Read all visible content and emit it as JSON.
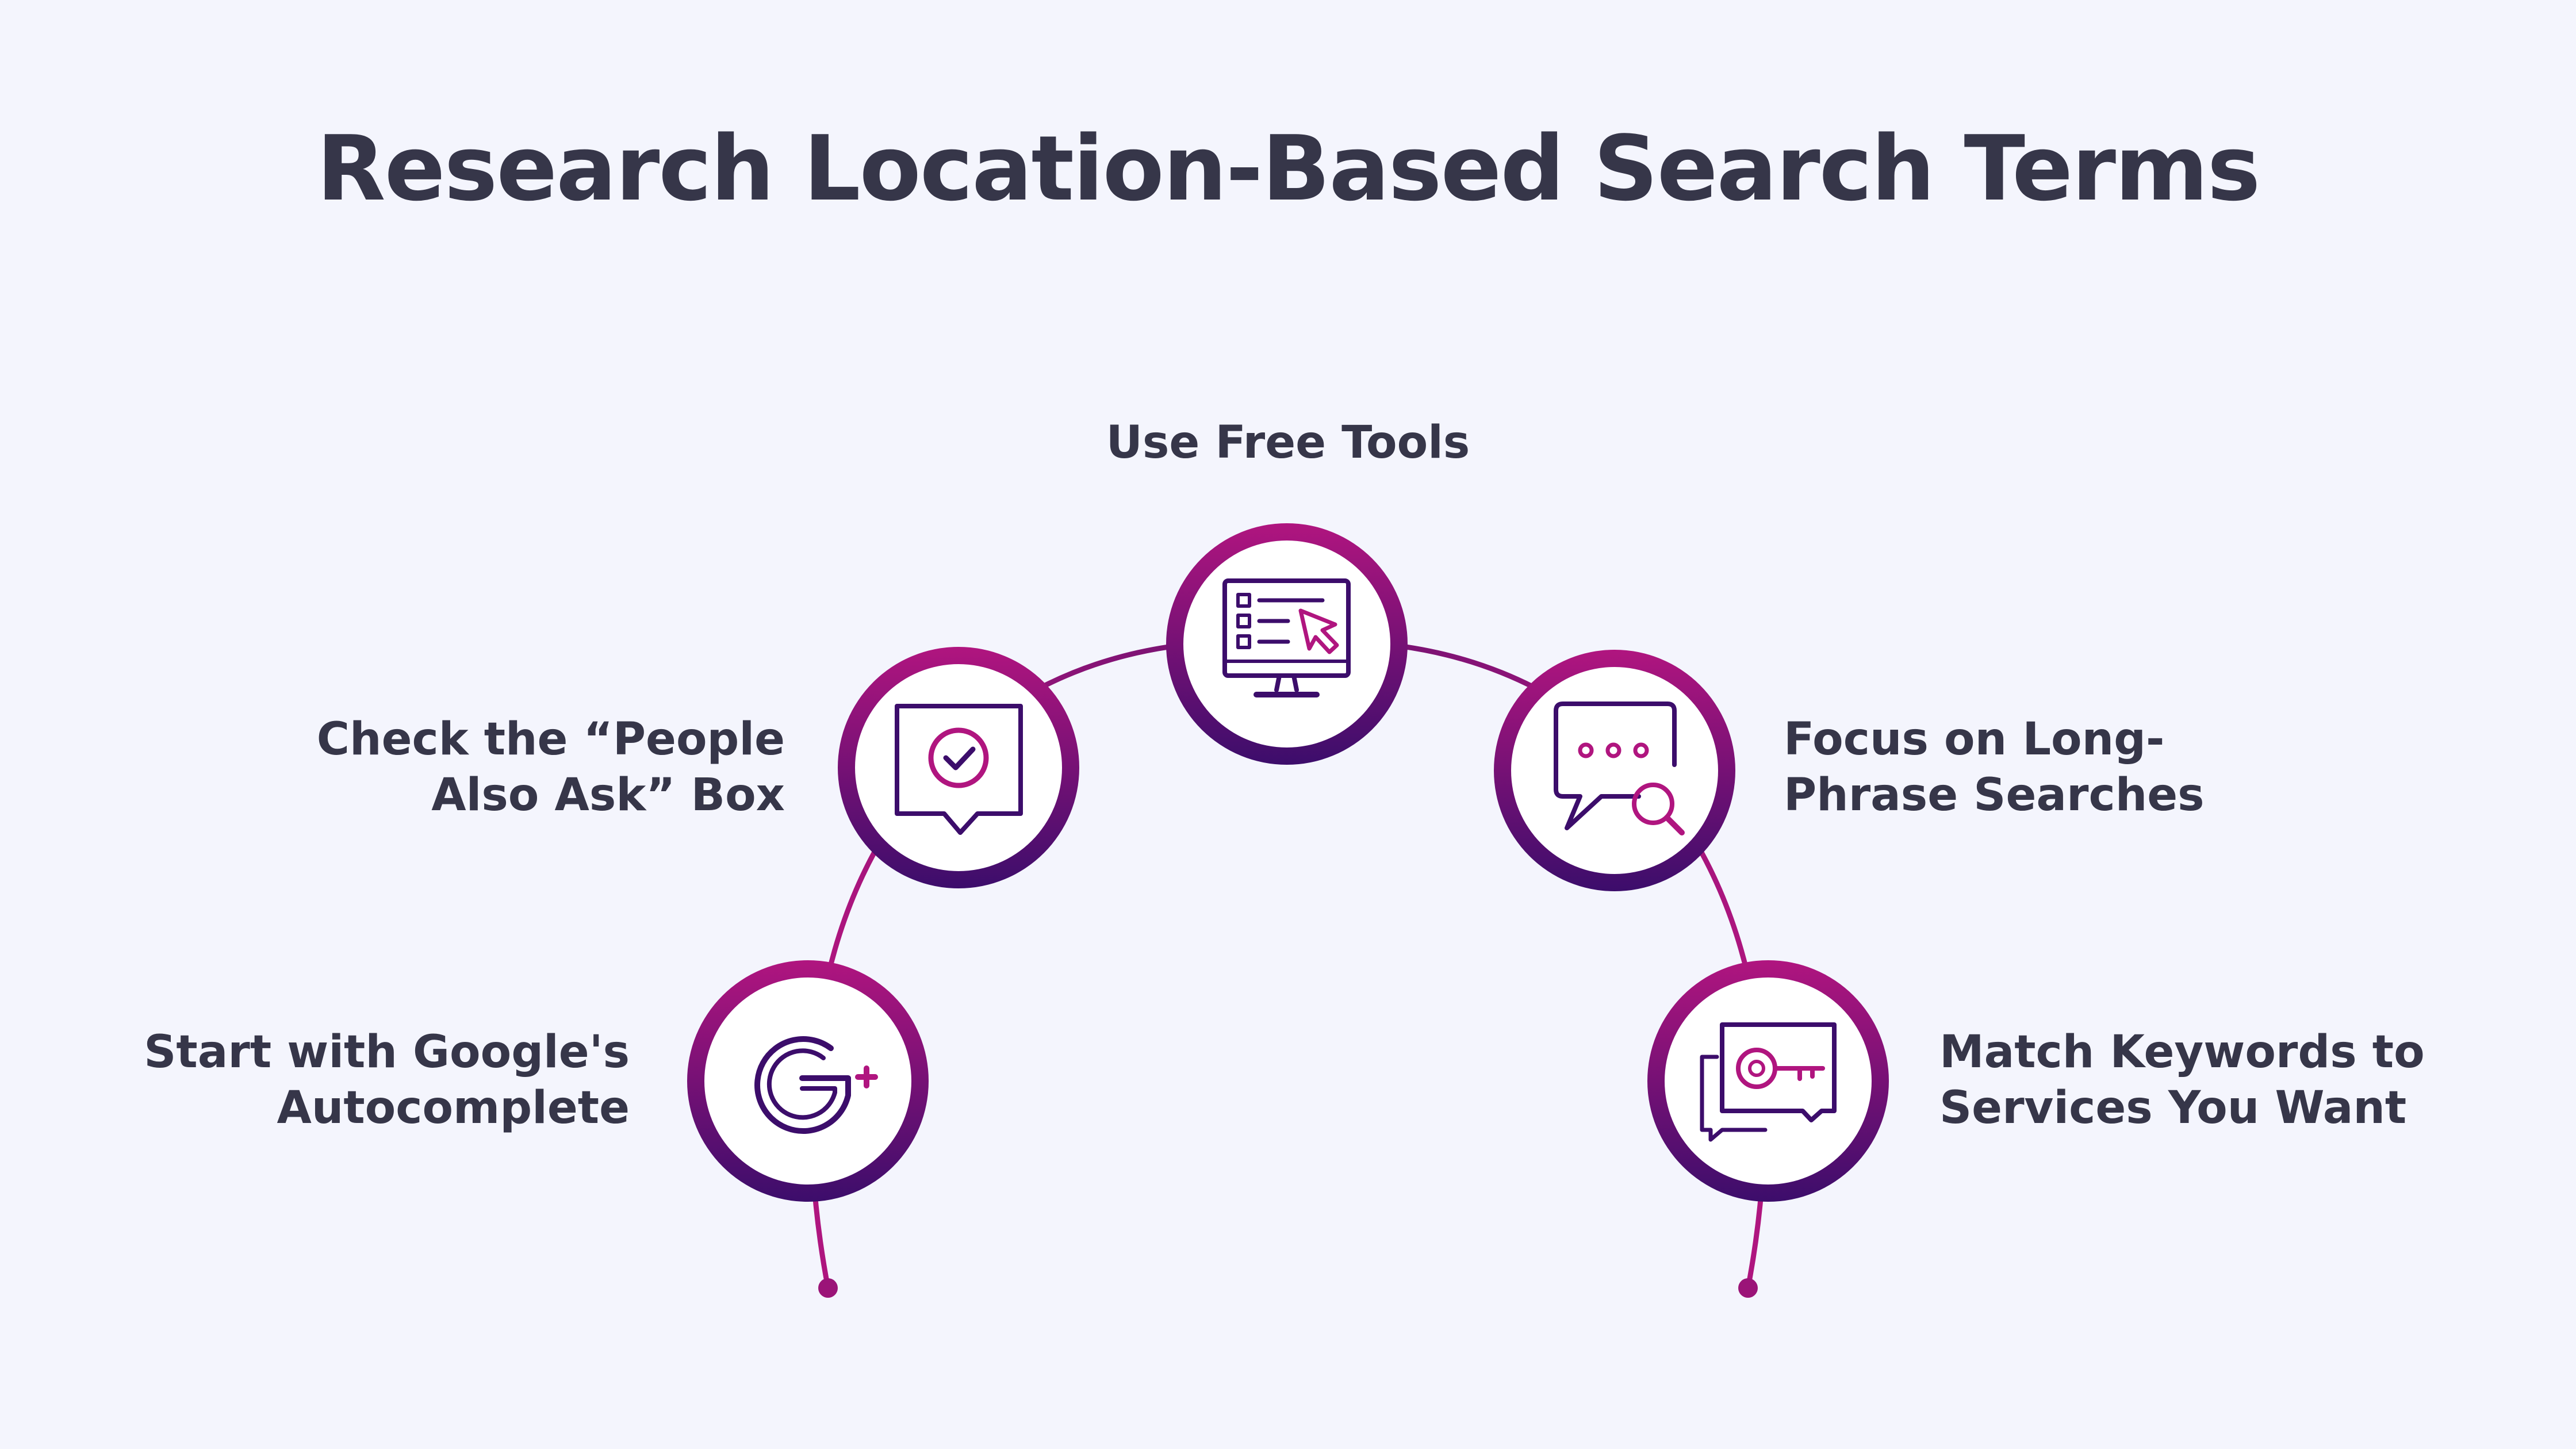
{
  "title": "Research Location-Based Search Terms",
  "colors": {
    "background": "#f4f5fd",
    "text": "#363649",
    "gradient_top": "#b0157f",
    "gradient_bottom": "#3c0d6b",
    "icon_accent": "#b0157f",
    "icon_dark": "#3c0d6b"
  },
  "steps": [
    {
      "icon": "google-plus-icon",
      "lines": [
        "Start with Google's",
        "Autocomplete"
      ]
    },
    {
      "icon": "speech-bubble-check-icon",
      "lines": [
        "Check the “People",
        "Also Ask” Box"
      ]
    },
    {
      "icon": "monitor-checklist-icon",
      "lines": [
        "Use Free Tools"
      ]
    },
    {
      "icon": "chat-search-icon",
      "lines": [
        "Focus on Long-",
        "Phrase Searches"
      ]
    },
    {
      "icon": "key-chat-icon",
      "lines": [
        "Match Keywords to",
        "Services You Want"
      ]
    }
  ]
}
